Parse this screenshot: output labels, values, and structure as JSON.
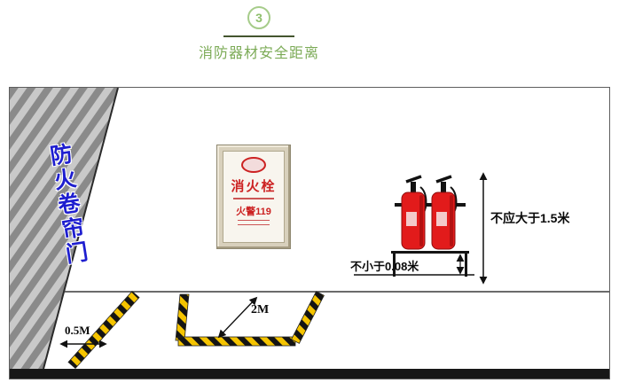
{
  "header": {
    "step_number": "3",
    "title": "消防器材安全距离"
  },
  "diagram": {
    "wall_label": "防火卷帘门",
    "cabinet": {
      "title": "消火栓",
      "hotline_label": "火警119"
    },
    "measurements": {
      "left_clearance": "0.5M",
      "front_clearance": "2M",
      "max_height": "不应大于1.5米",
      "min_gap": "不小于0.08米"
    }
  },
  "colors": {
    "accent_green": "#7cab57",
    "circle_green": "#a6cc8a",
    "hazard_yellow": "#f5c400",
    "extinguisher_red": "#e21b1b",
    "wall_label_blue": "#1e1ecf",
    "cabinet_red": "#cc2222"
  }
}
